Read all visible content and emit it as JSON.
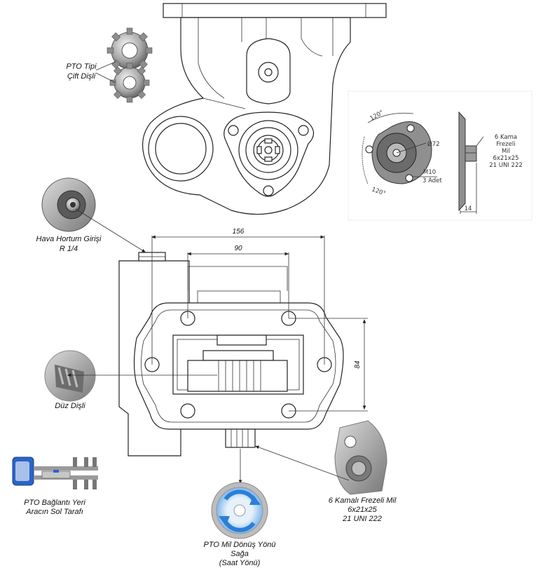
{
  "labels": {
    "gear_type": [
      "PTO Tipi",
      "Çift Dişli"
    ],
    "air_hose": [
      "Hava Hortum Girişi",
      "R 1/4"
    ],
    "spur_gear": "Düz Dişli",
    "mount_location": [
      "PTO Bağlantı Yeri",
      "Aracın Sol Tarafı"
    ],
    "rotation": [
      "PTO Mil Dönüş Yönü",
      "Sağa",
      "(Saat Yönü)"
    ],
    "shaft": [
      "6 Kamalı Frezeli Mil",
      "6x21x25",
      "21 UNI 222"
    ]
  },
  "dimensions": {
    "overall_width": "156",
    "bolt_spacing": "90",
    "height": "84"
  },
  "flange_detail": {
    "angle_top": "120°",
    "angle_bottom": "120°",
    "diameter": "Ø72",
    "bolt_size": "M10",
    "bolt_count": "3 Adet",
    "side_label": [
      "6 Kama",
      "Frezeli",
      "Mil",
      "6x21x25",
      "21 UNI 222"
    ],
    "thickness": "14"
  },
  "colors": {
    "line": "#222222",
    "arrow_blue": "#2b7fd6",
    "truck_blue": "#2a64c8"
  }
}
